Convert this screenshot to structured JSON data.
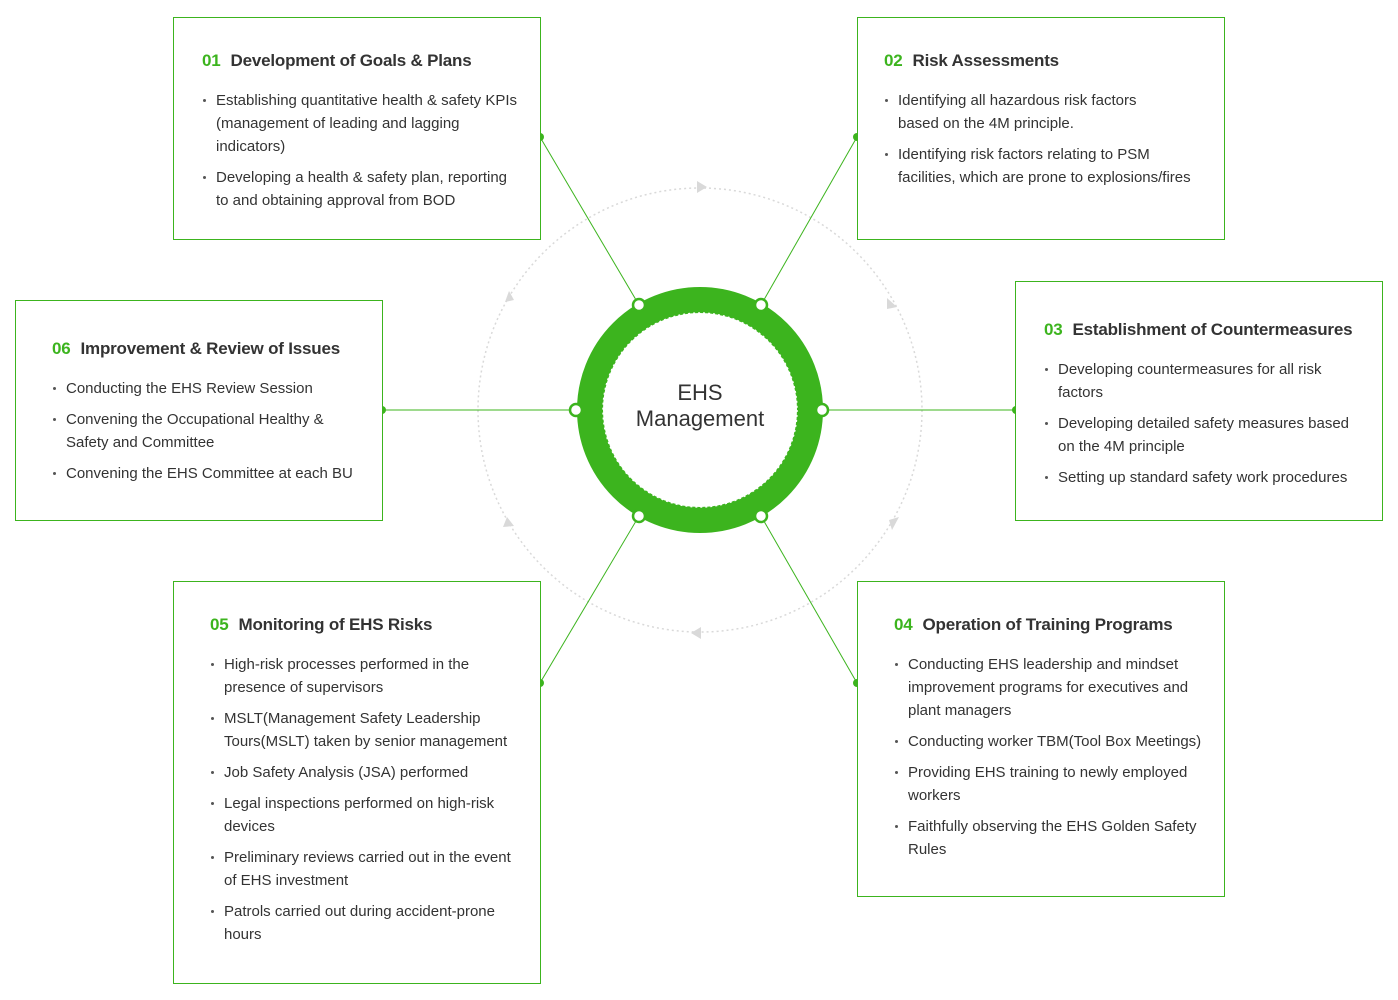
{
  "colors": {
    "accent": "#3cb41e",
    "dotted_ring": "#d9d9d9",
    "text": "#333333"
  },
  "center": {
    "line1": "EHS",
    "line2": "Management"
  },
  "boxes": {
    "goals": {
      "num": "01",
      "title": "Development of Goals & Plans",
      "items": [
        "Establishing quantitative health & safety KPIs (management of leading and lagging indicators)",
        "Developing a health & safety plan, reporting to and obtaining approval from BOD"
      ]
    },
    "risk": {
      "num": "02",
      "title": "Risk Assessments",
      "items": [
        "Identifying all hazardous risk factors based on the 4M principle.",
        "Identifying risk factors relating to PSM facilities, which are prone to explosions/fires"
      ]
    },
    "countermeasures": {
      "num": "03",
      "title": "Establishment of Countermeasures",
      "items": [
        "Developing countermeasures for all risk factors",
        "Developing detailed safety measures based on the 4M principle",
        "Setting up standard safety work procedures"
      ]
    },
    "training": {
      "num": "04",
      "title": "Operation of Training Programs",
      "items": [
        "Conducting EHS leadership and mindset improvement programs for executives and plant managers",
        "Conducting worker TBM(Tool Box Meetings)",
        "Providing EHS training to newly employed workers",
        "Faithfully observing the EHS Golden Safety Rules"
      ]
    },
    "monitoring": {
      "num": "05",
      "title": "Monitoring of EHS Risks",
      "items": [
        "High-risk processes performed in the presence of supervisors",
        "MSLT(Management Safety Leadership Tours(MSLT) taken by senior management",
        "Job Safety Analysis (JSA) performed",
        "Legal inspections performed on high-risk devices",
        "Preliminary reviews carried out in the event of EHS investment",
        "Patrols carried out during accident-prone hours"
      ]
    },
    "review": {
      "num": "06",
      "title": "Improvement & Review of Issues",
      "items": [
        "Conducting the EHS Review Session",
        "Convening the Occupational Healthy & Safety and Committee",
        "Convening the EHS Committee at each BU"
      ]
    }
  }
}
